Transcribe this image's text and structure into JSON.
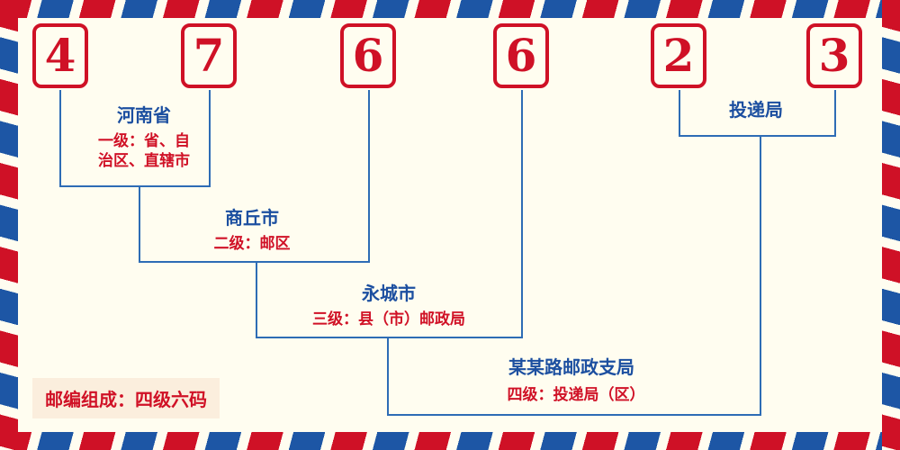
{
  "postal_code": {
    "digits": [
      "4",
      "7",
      "6",
      "6",
      "2",
      "3"
    ]
  },
  "levels": {
    "level1": {
      "name": "河南省",
      "desc_lines": [
        "一级：省、自",
        "治区、直辖市"
      ]
    },
    "level2": {
      "name": "商丘市",
      "desc": "二级：邮区"
    },
    "level3": {
      "name": "永城市",
      "desc": "三级：县（市）邮政局"
    },
    "level4": {
      "name": "某某路邮政支局",
      "desc": "四级：投递局（区）"
    },
    "delivery": {
      "name": "投递局"
    }
  },
  "footer": {
    "label": "邮编组成：四级六码"
  },
  "colors": {
    "digit_red": "#cf1126",
    "text_blue": "#1c4fa0",
    "text_red": "#d01126",
    "line_blue": "#2e6cb5",
    "background": "#fffdf0"
  }
}
